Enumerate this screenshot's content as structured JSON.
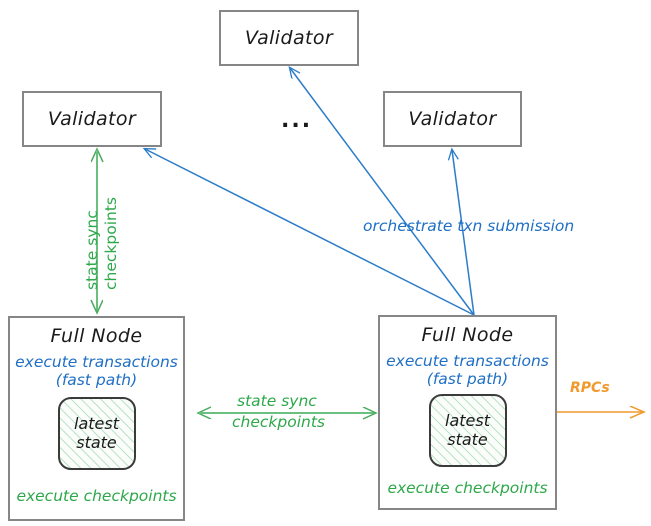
{
  "diagram": {
    "title": "Sui network topology: validators, full nodes, state sync and transaction submission",
    "colors": {
      "box_border": "#868686",
      "text_dark": "#1a1a1a",
      "blue": "#1f6fc4",
      "green": "#2da84a",
      "orange": "#f2992b",
      "state_box_border": "#3b3b3b",
      "background": "#ffffff"
    },
    "validators": [
      {
        "id": "validator-top",
        "label": "Validator"
      },
      {
        "id": "validator-left",
        "label": "Validator"
      },
      {
        "id": "validator-right",
        "label": "Validator"
      }
    ],
    "ellipsis": "...",
    "full_nodes": [
      {
        "id": "full-node-left",
        "title": "Full Node",
        "blue_line_1": "execute transactions",
        "blue_line_2": "(fast path)",
        "state_line_1": "latest",
        "state_line_2": "state",
        "green_label": "execute checkpoints"
      },
      {
        "id": "full-node-right",
        "title": "Full Node",
        "blue_line_1": "execute transactions",
        "blue_line_2": "(fast path)",
        "state_line_1": "latest",
        "state_line_2": "state",
        "green_label": "execute checkpoints"
      }
    ],
    "edge_labels": {
      "validator_sync_line_1": "state sync",
      "validator_sync_line_2": "checkpoints",
      "node_sync_line_1": "state sync",
      "node_sync_line_2": "checkpoints",
      "orchestrate": "orchestrate txn submission",
      "rpcs": "RPCs"
    }
  }
}
